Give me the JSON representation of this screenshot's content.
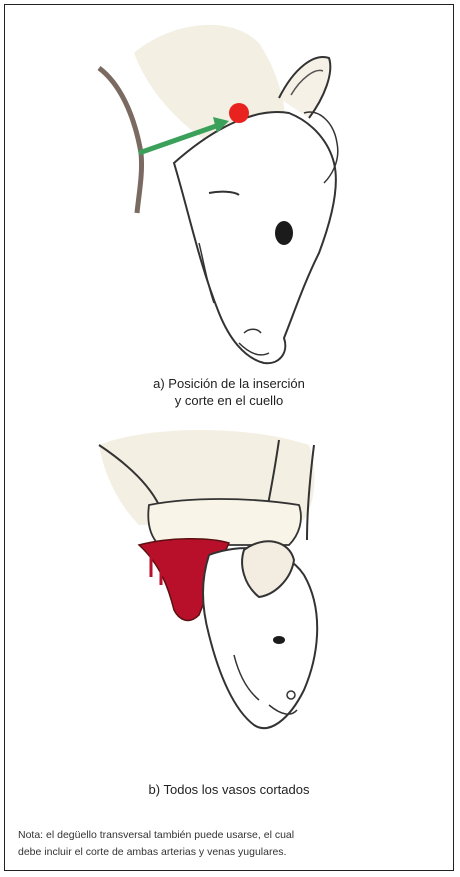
{
  "figure_a": {
    "caption_line1": "a) Posición de la inserción",
    "caption_line2": "y corte en el cuello",
    "marker_color": "#e8231f",
    "arrow_color": "#3aa05a"
  },
  "figure_b": {
    "caption": "b) Todos los vasos cortados",
    "blood_color": "#b8102a"
  },
  "note": {
    "line1": "Nota: el degüello transversal también puede usarse, el cual",
    "line2": "debe incluir el corte de ambas arterias y venas yugulares."
  }
}
